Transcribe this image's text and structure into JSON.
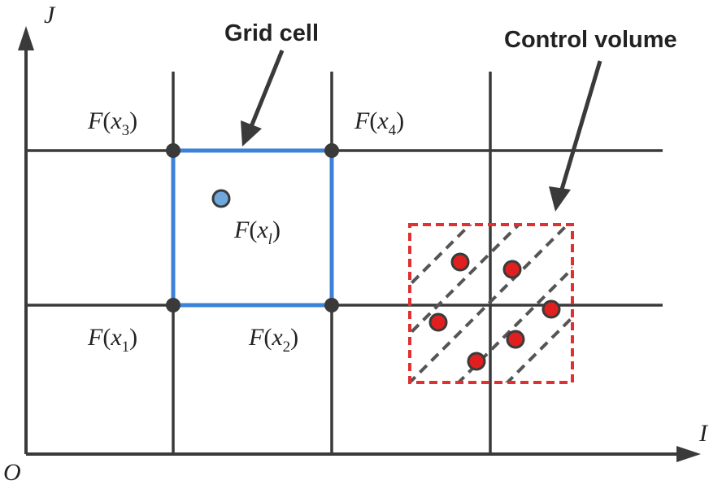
{
  "labels": {
    "axis_x": "I",
    "axis_y": "J",
    "origin": "O",
    "grid_cell": "Grid cell",
    "control_volume": "Control volume"
  },
  "points": [
    {
      "fn": "F",
      "var": "x",
      "sub": "3"
    },
    {
      "fn": "F",
      "var": "x",
      "sub": "4"
    },
    {
      "fn": "F",
      "var": "x",
      "sub": "1"
    },
    {
      "fn": "F",
      "var": "x",
      "sub": "2"
    },
    {
      "fn": "F",
      "var": "x",
      "sub": "l"
    }
  ],
  "colors": {
    "grid": "#3a3a3a",
    "grid_cell_border": "#3b82d8",
    "interp_point": "#6fa8dc",
    "control_volume_border": "#e03030",
    "sample_point": "#e02020",
    "hatch": "#555555"
  }
}
